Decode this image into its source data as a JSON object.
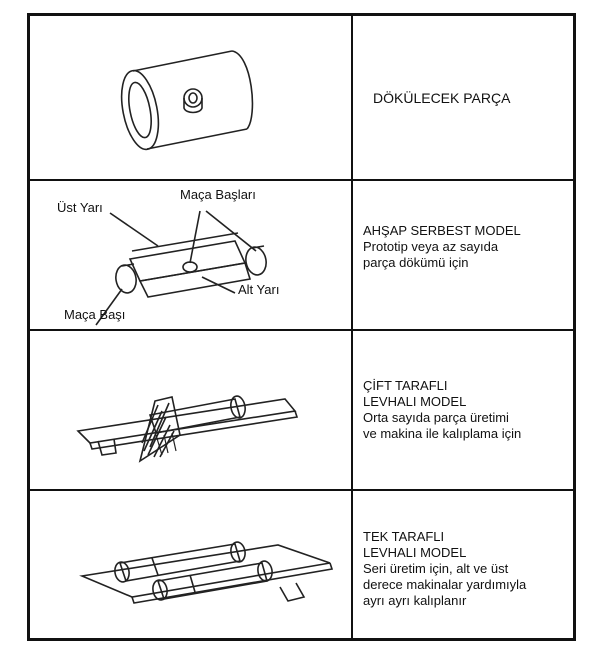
{
  "rows": [
    {
      "heading": [
        "DÖKÜLECEK PARÇA"
      ],
      "body": []
    },
    {
      "heading": [
        "AHŞAP SERBEST MODEL"
      ],
      "body": [
        "Prototip veya az sayıda",
        "parça dökümü için"
      ],
      "callouts": {
        "ust_yari": "Üst Yarı",
        "maca_baslari": "Maça Başları",
        "alt_yari": "Alt Yarı",
        "maca_basi": "Maça Başı"
      }
    },
    {
      "heading": [
        "ÇİFT TARAFLI",
        "LEVHALI MODEL"
      ],
      "body": [
        "Orta sayıda parça üretimi",
        "ve makina ile kalıplama için"
      ]
    },
    {
      "heading": [
        "TEK TARAFLI",
        "LEVHALI MODEL"
      ],
      "body": [
        "Seri üretim için, alt ve üst",
        "derece makinalar yardımıyla",
        "ayrı ayrı kalıplanır"
      ]
    }
  ]
}
